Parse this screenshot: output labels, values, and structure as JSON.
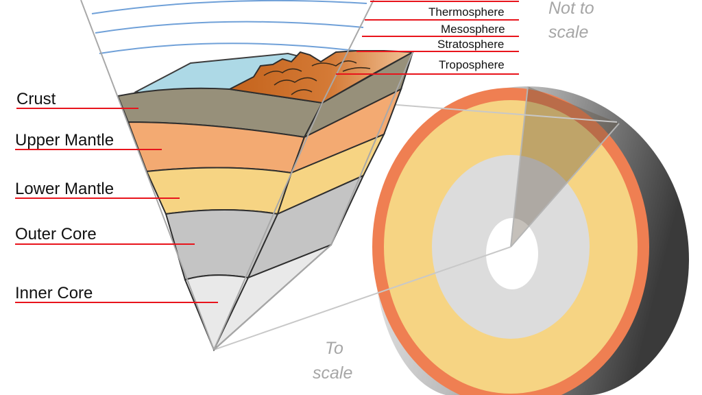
{
  "layers": [
    {
      "key": "crust",
      "label": "Crust",
      "color": "#97907a"
    },
    {
      "key": "upper-mantle",
      "label": "Upper Mantle",
      "color": "#f3aa72"
    },
    {
      "key": "lower-mantle",
      "label": "Lower Mantle",
      "color": "#f6d483"
    },
    {
      "key": "outer-core",
      "label": "Outer Core",
      "color": "#c4c4c4"
    },
    {
      "key": "inner-core",
      "label": "Inner Core",
      "color": "#e9e9e9"
    }
  ],
  "atmosphere": [
    {
      "key": "thermosphere",
      "label": "Thermosphere"
    },
    {
      "key": "mesosphere",
      "label": "Mesosphere"
    },
    {
      "key": "stratosphere",
      "label": "Stratosphere"
    },
    {
      "key": "troposphere",
      "label": "Troposphere"
    }
  ],
  "notes": {
    "not_to_scale_line1": "Not to",
    "not_to_scale_line2": "scale",
    "to_scale_line1": "To",
    "to_scale_line2": "scale"
  },
  "colors": {
    "leader": "#e8131b",
    "ocean": "#add9e6",
    "atmosphere_line": "#6fa0d8",
    "globe_rim": "#ef7f52",
    "mountain": "#c86a24"
  }
}
